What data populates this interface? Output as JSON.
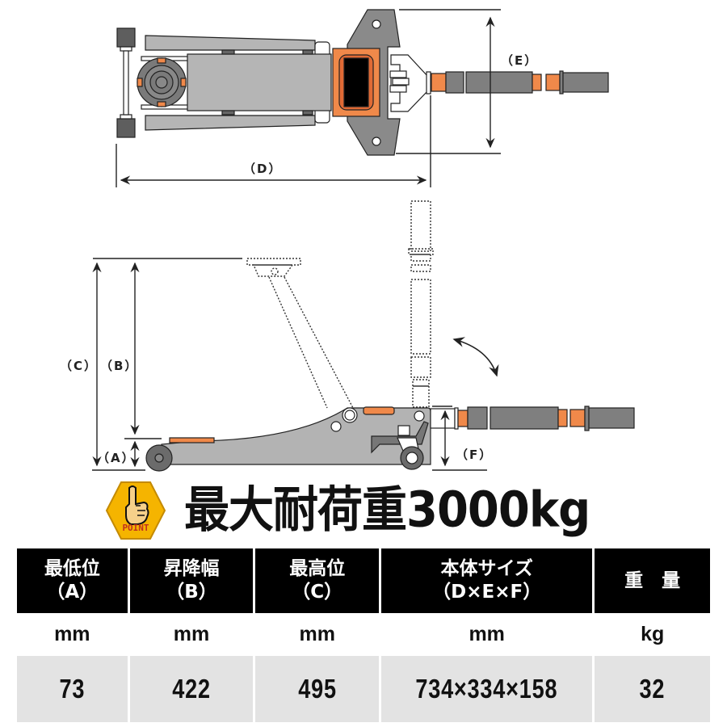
{
  "diagram": {
    "top_view": {
      "label_D": "（D）",
      "label_E": "（E）"
    },
    "side_view": {
      "label_A": "（A）",
      "label_B": "（B）",
      "label_C": "（C）",
      "label_F": "（F）"
    },
    "colors": {
      "body": "#b3b3b3",
      "dark": "#7a7a7a",
      "handle": "#7f7f7f",
      "accent": "#f0894a",
      "line": "#222222"
    }
  },
  "headline": {
    "badge_text": "POINT",
    "badge_color": "#f5b400",
    "text": "最大耐荷重3000kg"
  },
  "spec_table": {
    "headers": [
      {
        "line1": "最低位",
        "line2": "（A）"
      },
      {
        "line1": "昇降幅",
        "line2": "（B）"
      },
      {
        "line1": "最高位",
        "line2": "（C）"
      },
      {
        "line1": "本体サイズ",
        "line2": "（D×E×F）"
      },
      {
        "line1": "重　量",
        "line2": ""
      }
    ],
    "units": [
      "mm",
      "mm",
      "mm",
      "mm",
      "kg"
    ],
    "values": [
      "73",
      "422",
      "495",
      "734×334×158",
      "32"
    ]
  }
}
